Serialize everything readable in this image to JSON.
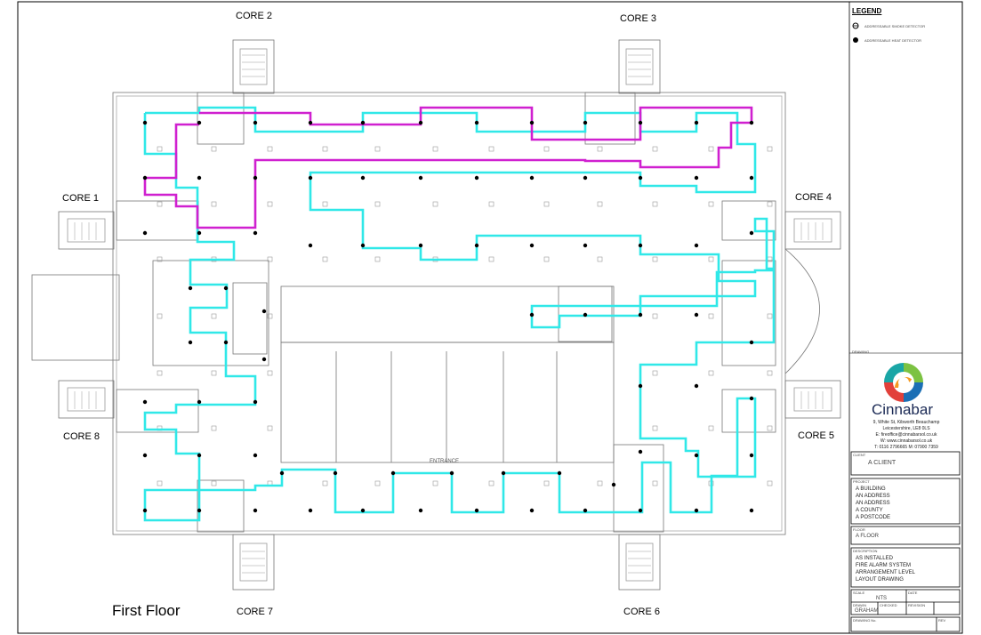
{
  "drawing": {
    "floor_label": "First Floor",
    "cores": [
      "CORE 1",
      "CORE 2",
      "CORE 3",
      "CORE 4",
      "CORE 5",
      "CORE 6",
      "CORE 7",
      "CORE 8"
    ],
    "center_label": "ENTRANCE"
  },
  "legend": {
    "title": "LEGEND",
    "items": [
      "ADDRESSABLE SMOKE DETECTOR",
      "ADDRESSABLE HEAT DETECTOR"
    ]
  },
  "title_block": {
    "section_label": "DRAWING",
    "company": "Cinnabar",
    "address_lines": [
      "9, White St, Kibworth Beauchamp",
      "Leicestershire, LE8 0LS",
      "E: fireoffice@cinnabarsol.co.uk",
      "W: www.cinnabarsol.co.uk",
      "T: 0116 2796665   M: 07900 7359"
    ],
    "client_label": "CLIENT",
    "client_value": "A CLIENT",
    "project_label": "PROJECT",
    "project_lines": [
      "A BUILDING",
      "AN ADDRESS",
      "AN ADDRESS",
      "A COUNTY",
      "A POSTCODE"
    ],
    "floor_label": "FLOOR",
    "floor_value": "A FLOOR",
    "description_label": "DESCRIPTION",
    "description_lines": [
      "AS INSTALLED",
      "FIRE ALARM SYSTEM",
      "ARRANGEMENT LEVEL",
      "LAYOUT DRAWING"
    ],
    "scale_label": "SCALE",
    "scale_value": "NTS",
    "date_label": "DATE",
    "drawn_label": "DRAWN",
    "drawn_value": "GRAHAM",
    "checked_label": "CHECKED",
    "revision_label": "REVISION",
    "drawing_no_label": "DRAWING No.",
    "rev_label": "REV"
  },
  "colors": {
    "loop_a": "#d020d0",
    "loop_b": "#30e8e8",
    "walls": "#7a7a7a",
    "logo_teal": "#1aa6a6",
    "logo_green": "#7cc242",
    "logo_red": "#e2403a",
    "logo_orange": "#f59b22",
    "logo_blue": "#1b6fb5"
  }
}
